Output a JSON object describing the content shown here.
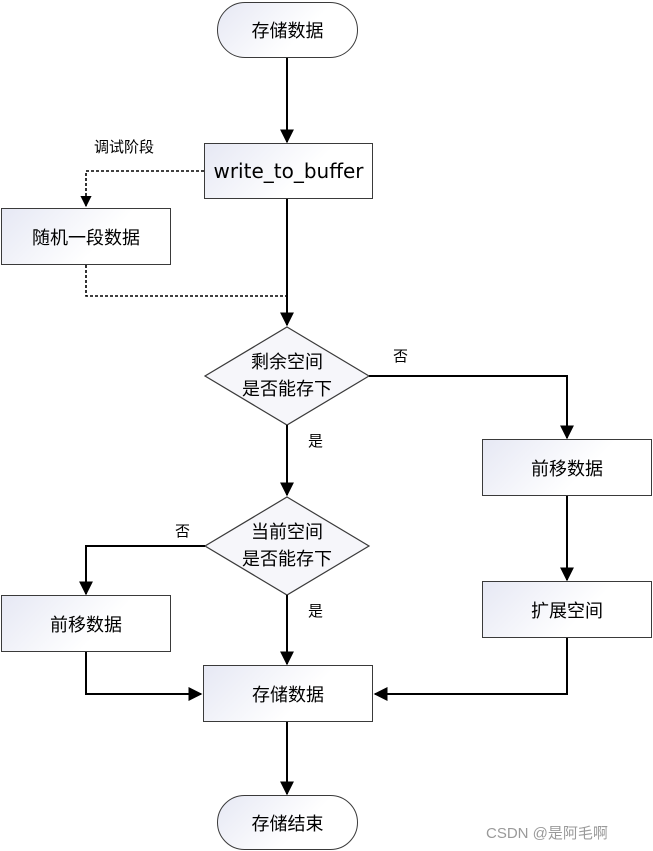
{
  "nodes": {
    "start": "存储数据",
    "write_to_buffer": "write_to_buffer",
    "random_data": "随机一段数据",
    "decision_remaining_line1": "剩余空间",
    "decision_remaining_line2": "是否能存下",
    "move_forward_right": "前移数据",
    "decision_current_line1": "当前空间",
    "decision_current_line2": "是否能存下",
    "move_forward_left": "前移数据",
    "expand_space": "扩展空间",
    "store_data": "存储数据",
    "end": "存储结束"
  },
  "edge_labels": {
    "debug_stage": "调试阶段",
    "remaining_no": "否",
    "remaining_yes": "是",
    "current_no": "否",
    "current_yes": "是"
  },
  "watermark": "CSDN @是阿毛啊",
  "colors": {
    "line": "#000000",
    "node_border": "#3a3a3a",
    "node_fill_start": "#e6e8f4",
    "node_fill_end": "#ffffff",
    "watermark": "#9a9a9a"
  }
}
